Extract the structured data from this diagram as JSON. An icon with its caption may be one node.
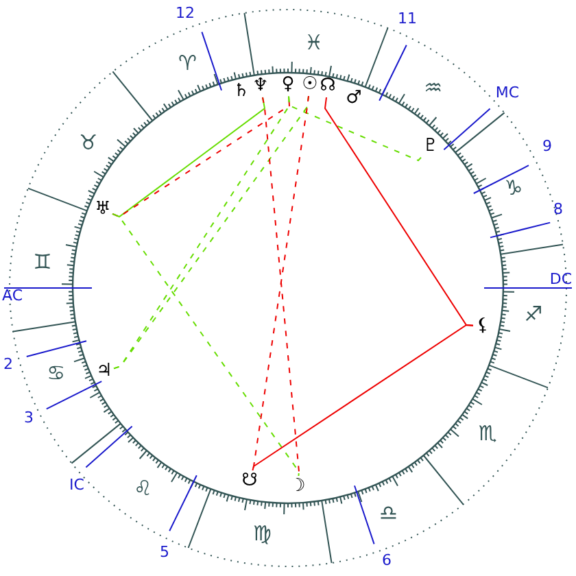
{
  "diagram": {
    "nodes": [
      {
        "text": [
          "♄"
        ]
      },
      {
        "text": [
          "♆"
        ]
      },
      {
        "text": [
          "♀"
        ]
      },
      {
        "text": [
          "☉"
        ]
      },
      {
        "text": [
          "☊"
        ]
      },
      {
        "text": [
          "♂"
        ]
      },
      {
        "text": [
          "♇"
        ]
      },
      {
        "text": [
          "♅"
        ]
      },
      {
        "text": [
          "⚸"
        ]
      },
      {
        "text": [
          "♃"
        ]
      },
      {
        "text": [
          "☋"
        ]
      },
      {
        "text": [
          "☽"
        ]
      }
    ],
    "edges": [
      {
        "from": 1,
        "to": 7,
        "arrow": "none",
        "color": "#66dd00"
      },
      {
        "from": 7,
        "to": 2,
        "arrow": "none",
        "style": "dashed",
        "color": "#ee0000"
      },
      {
        "from": 7,
        "to": 11,
        "arrow": "none",
        "style": "dashed",
        "color": "#66dd00"
      },
      {
        "from": 9,
        "to": 2,
        "arrow": "none",
        "style": "dashed",
        "color": "#66dd00"
      },
      {
        "from": 9,
        "to": 3,
        "arrow": "none",
        "style": "dashed",
        "color": "#66dd00"
      },
      {
        "from": 6,
        "to": 2,
        "arrow": "none",
        "style": "dashed",
        "color": "#66dd00"
      },
      {
        "from": 1,
        "to": 11,
        "arrow": "none",
        "style": "dashed",
        "color": "#ee0000"
      },
      {
        "from": 3,
        "to": 10,
        "arrow": "none",
        "style": "dashed",
        "color": "#ee0000"
      },
      {
        "from": 4,
        "to": 8,
        "arrow": "none",
        "color": "#ee0000"
      },
      {
        "from": 8,
        "to": 10,
        "arrow": "none",
        "color": "#ee0000"
      }
    ],
    "labels": [
      "12",
      "11",
      "♈",
      "♓",
      "♒",
      "MC",
      "♉",
      "9",
      "♑",
      "8",
      "♊",
      "AC",
      "DC",
      "♐",
      "2",
      "♋",
      "3",
      "♏",
      "IC",
      "♌",
      "5",
      "♍",
      "♎",
      "6"
    ]
  }
}
